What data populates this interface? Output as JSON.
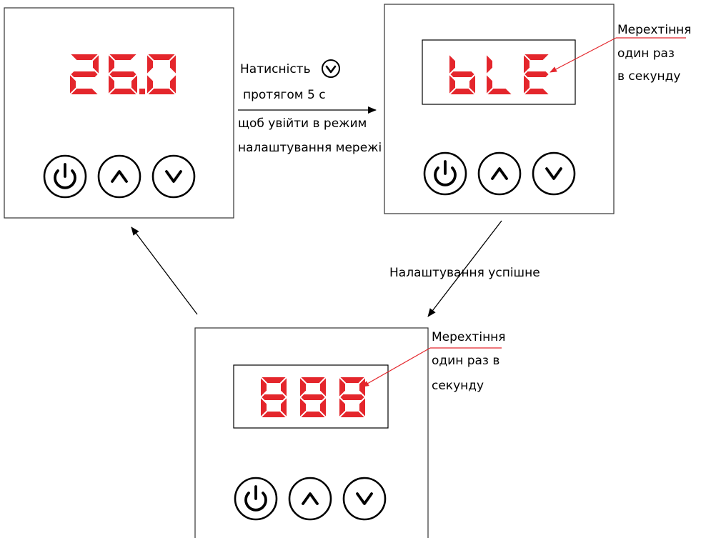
{
  "colors": {
    "segment": "#e4262c",
    "leader": "#e4262c",
    "frame": "#333333",
    "arrow": "#000000"
  },
  "panels": [
    {
      "id": "panel-normal",
      "display": "26.0",
      "buttons": [
        "power-icon",
        "chevron-up-icon",
        "chevron-down-icon"
      ]
    },
    {
      "id": "panel-ble",
      "display": "bLE",
      "note_lines": [
        "Мерехтіння",
        "один раз",
        "в секунду"
      ]
    },
    {
      "id": "panel-888",
      "display": "888",
      "note_lines": [
        "Мерехтіння",
        "один раз в",
        "секунду"
      ]
    }
  ],
  "transitions": {
    "press_down": {
      "line1": "Натисність",
      "icon": "chevron-down-icon",
      "line2": "протягом 5 с",
      "line3": "щоб увійти в режим",
      "line4": "налаштування мережі"
    },
    "success": {
      "label": "Налаштування успішне"
    },
    "return": {
      "label": ""
    }
  }
}
